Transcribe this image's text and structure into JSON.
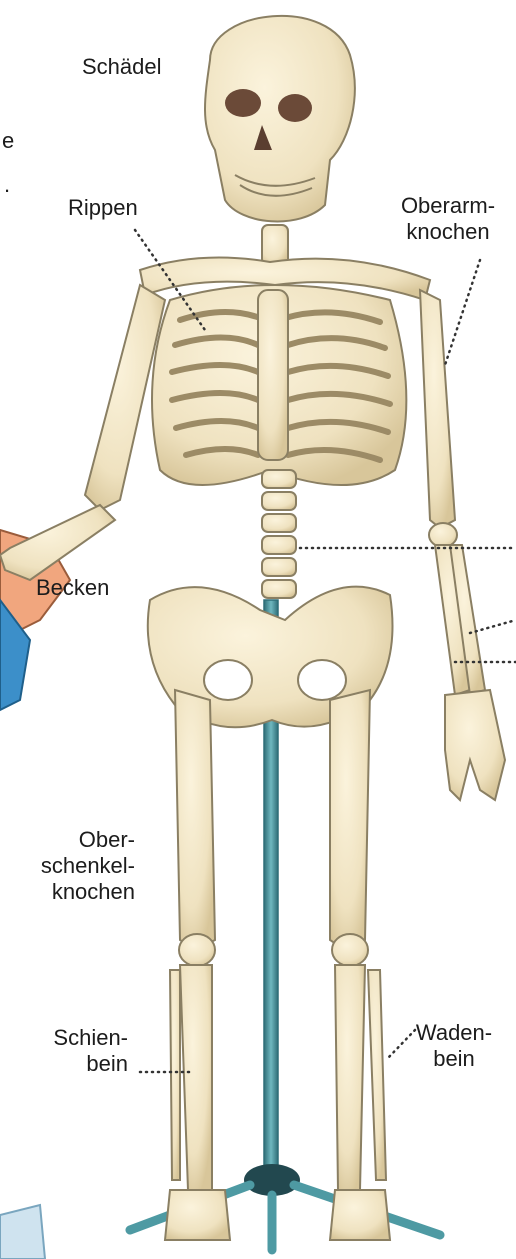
{
  "labels": {
    "skull": "Schädel",
    "ribs": "Rippen",
    "humerus_1": "Oberarm-",
    "humerus_2": "knochen",
    "pelvis": "Becken",
    "femur_1": "Ober-",
    "femur_2": "schenkel-",
    "femur_3": "knochen",
    "tibia_1": "Schien-",
    "tibia_2": "bein",
    "fibula_1": "Waden-",
    "fibula_2": "bein"
  },
  "cut_off_text": {
    "top_left_1": "e",
    "top_left_2": "."
  },
  "colors": {
    "bone": "#efe2c0",
    "bone_outline": "#8a7f63",
    "bone_shadow": "#cdbb91",
    "stand": "#4e9aa3",
    "stand_dark": "#2f6f78",
    "skin": "#f1a67e",
    "sleeve": "#3c8fc9",
    "text": "#1c1c1c"
  }
}
